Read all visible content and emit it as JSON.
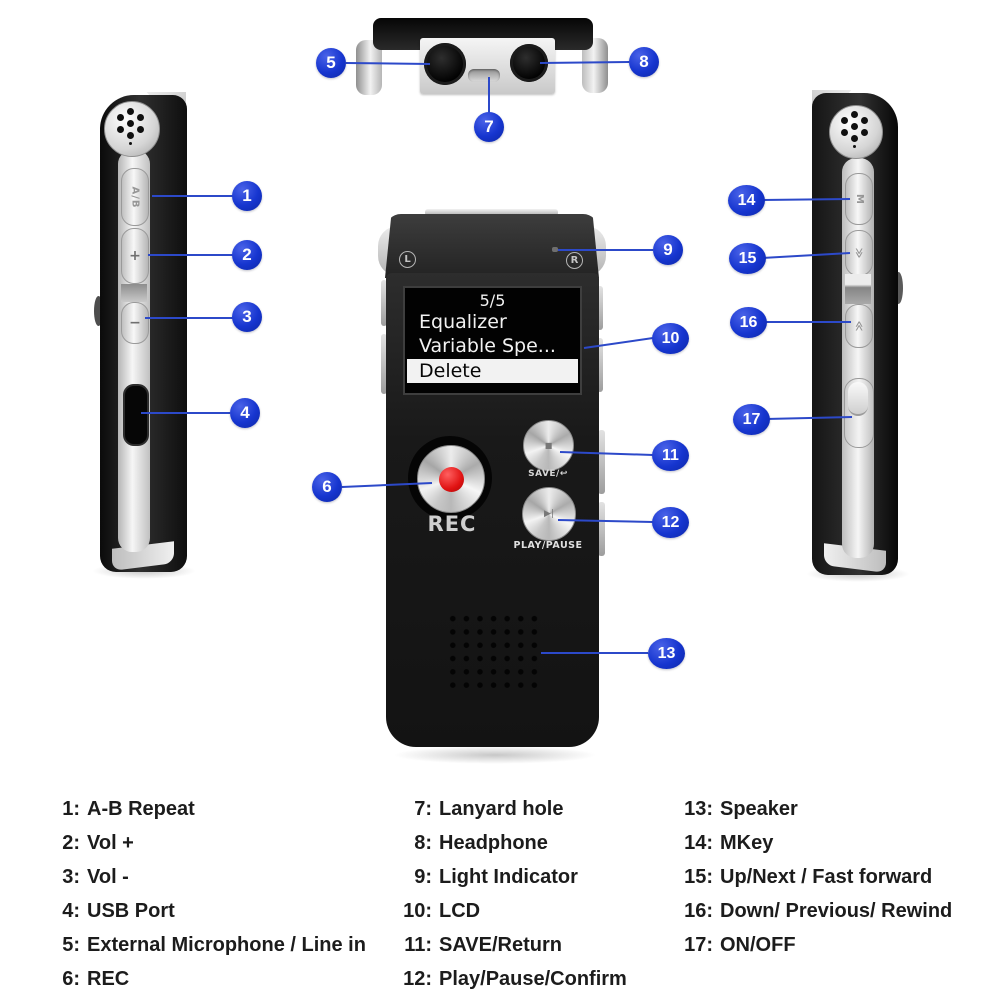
{
  "colors": {
    "accent_blue": "#1635cf",
    "line_blue": "#2c49c9",
    "device_black": "#1a1a1a",
    "silver": "#e3e3e3",
    "screen_bg": "#020202",
    "screen_text": "#f2f2f2",
    "record_red": "#e01212",
    "legend_text": "#1c1c1c"
  },
  "screen": {
    "counter": "5/5",
    "item1": "Equalizer",
    "item2": "Variable Spe...",
    "selected_item": "Delete"
  },
  "front": {
    "left_channel_mark": "L",
    "right_channel_mark": "R",
    "rec_label": "REC",
    "save_label": "SAVE/↩",
    "play_label": "PLAY/PAUSE",
    "save_face_icon": "■",
    "play_face_icon": "▶|"
  },
  "side_left_buttons": {
    "ab_repeat": "A/B",
    "vol_up": "+",
    "vol_down": "−"
  },
  "side_right_buttons": {
    "m_key": "M",
    "next": "≫",
    "prev": "≪"
  },
  "callouts": [
    "1",
    "2",
    "3",
    "4",
    "5",
    "6",
    "7",
    "8",
    "9",
    "10",
    "11",
    "12",
    "13",
    "14",
    "15",
    "16",
    "17"
  ],
  "legend": {
    "col1": [
      {
        "num": "1:",
        "label": "A-B Repeat"
      },
      {
        "num": "2:",
        "label": "Vol +"
      },
      {
        "num": "3:",
        "label": "Vol -"
      },
      {
        "num": "4:",
        "label": "USB Port"
      },
      {
        "num": "5:",
        "label": "External Microphone / Line in"
      },
      {
        "num": "6:",
        "label": "REC"
      }
    ],
    "col2": [
      {
        "num": "7:",
        "label": "Lanyard hole"
      },
      {
        "num": "8:",
        "label": "Headphone"
      },
      {
        "num": "9:",
        "label": "Light Indicator"
      },
      {
        "num": "10:",
        "label": "LCD"
      },
      {
        "num": "11:",
        "label": "SAVE/Return"
      },
      {
        "num": "12:",
        "label": "Play/Pause/Confirm"
      }
    ],
    "col3": [
      {
        "num": "13:",
        "label": "Speaker"
      },
      {
        "num": "14:",
        "label": "MKey"
      },
      {
        "num": "15:",
        "label": "Up/Next / Fast forward"
      },
      {
        "num": "16:",
        "label": "Down/ Previous/ Rewind"
      },
      {
        "num": "17:",
        "label": "ON/OFF"
      }
    ]
  }
}
